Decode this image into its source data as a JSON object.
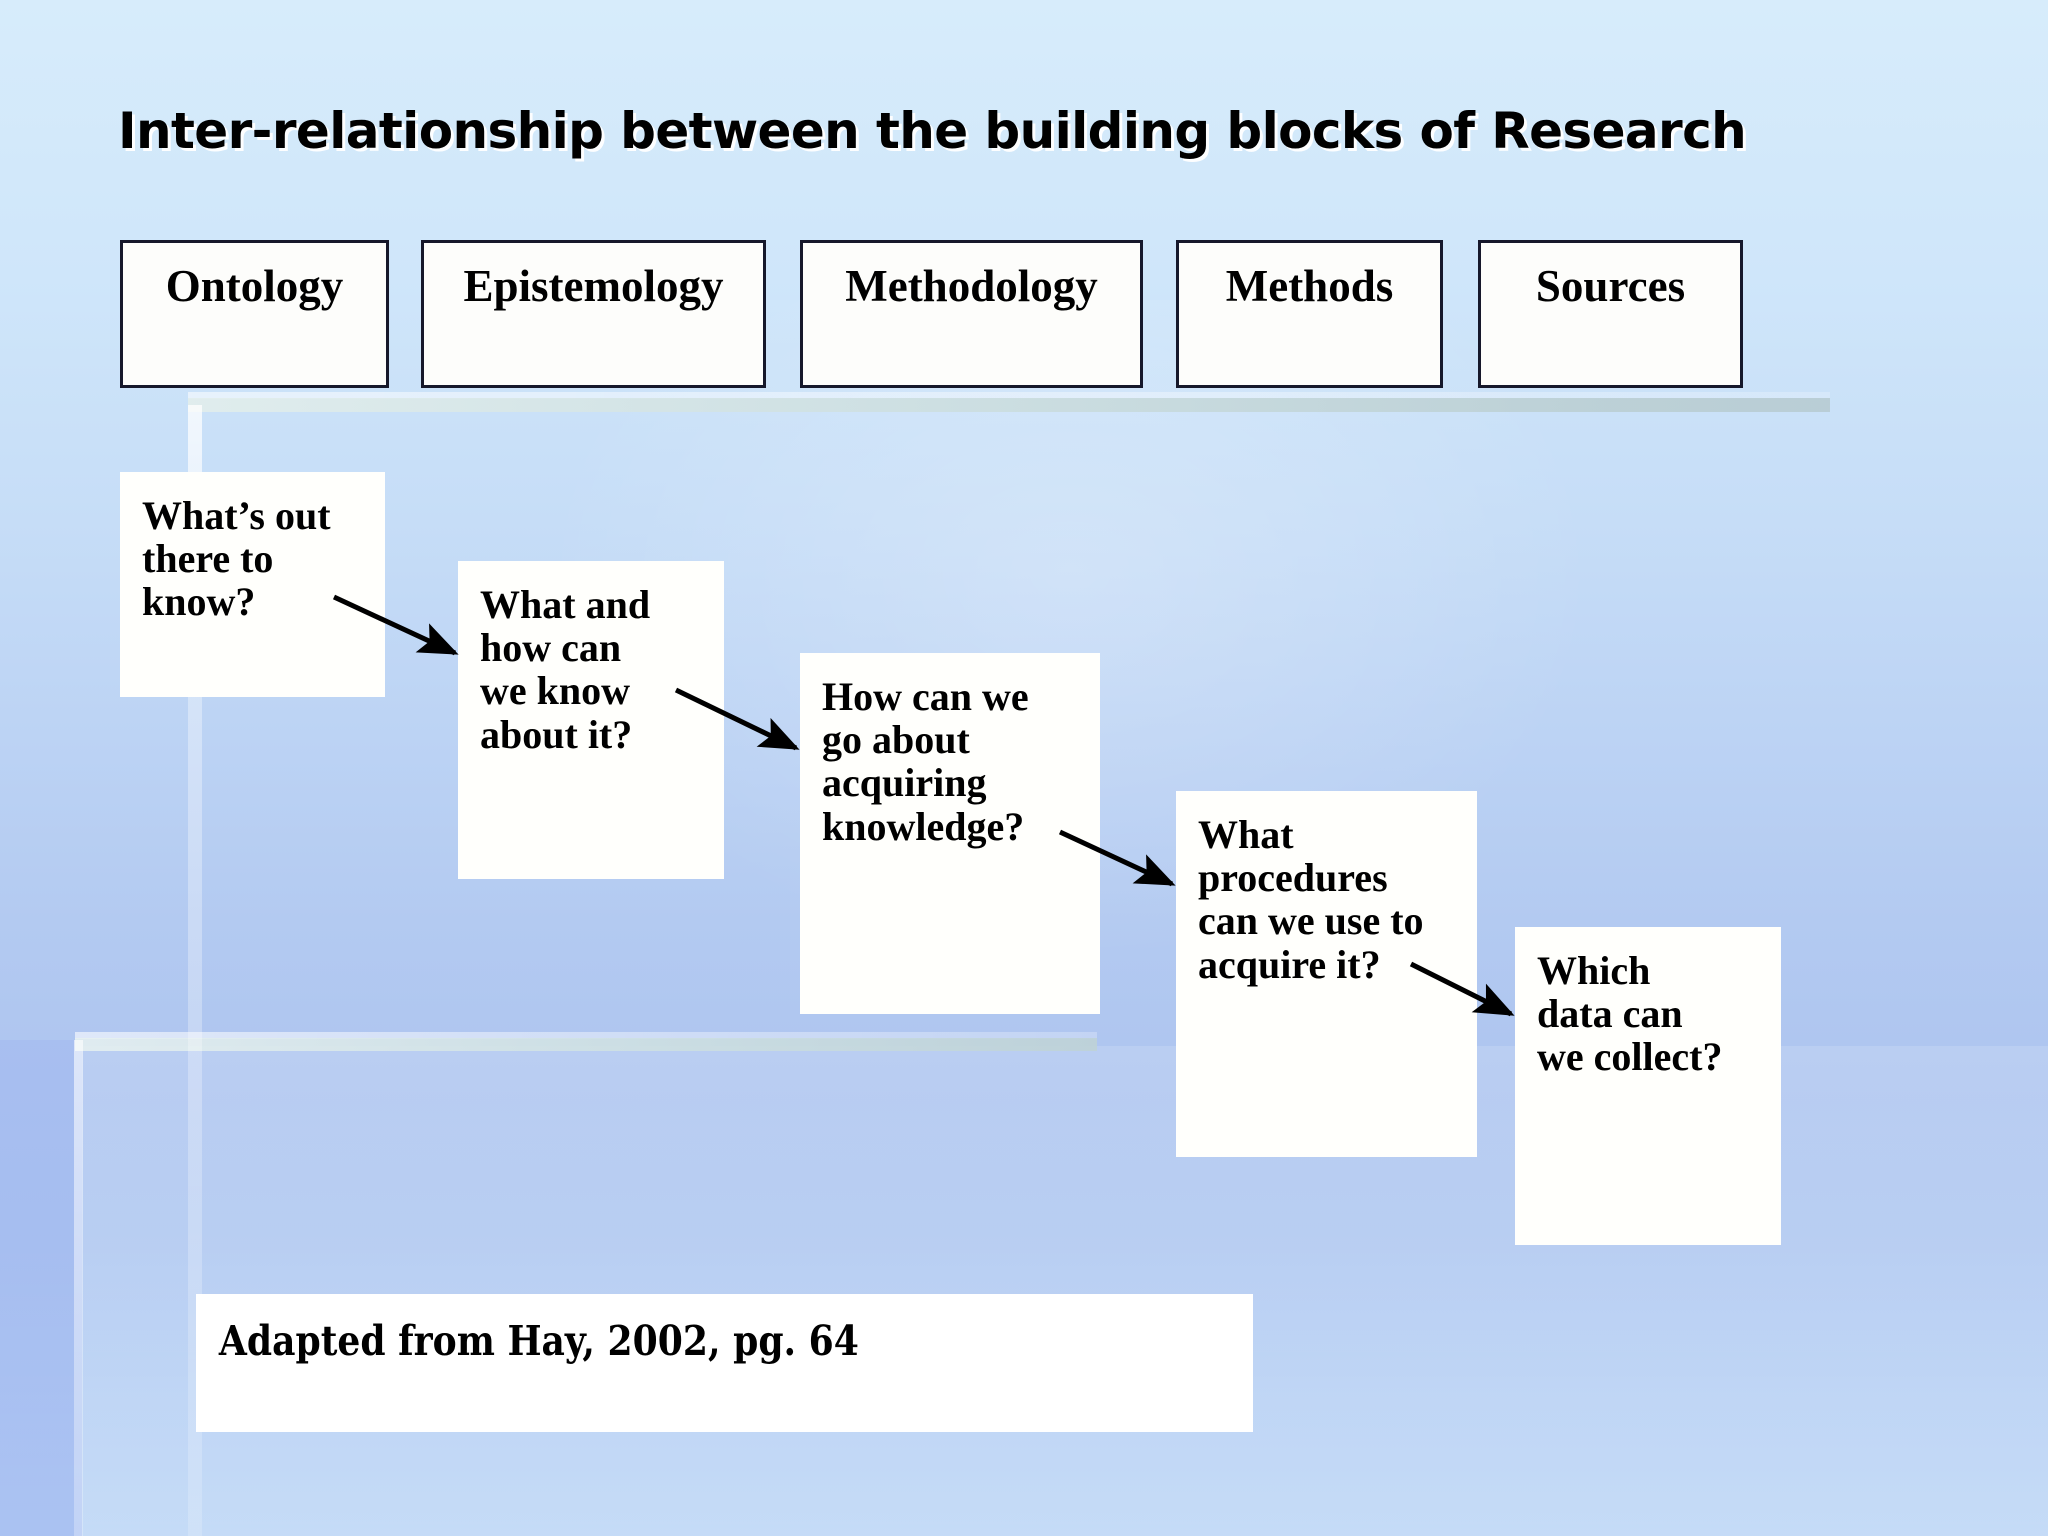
{
  "slide": {
    "title": "Inter-relationship between the building blocks of Research",
    "background_color_top": "#d7ecfb",
    "background_color_bottom": "#b3caf1",
    "accent_band_color": "#cddfe1"
  },
  "header_boxes": [
    {
      "label": "Ontology"
    },
    {
      "label": "Epistemology"
    },
    {
      "label": "Methodology"
    },
    {
      "label": "Methods"
    },
    {
      "label": "Sources"
    }
  ],
  "flow_boxes": [
    {
      "text": "What’s out\nthere to\nknow?"
    },
    {
      "text": "What and\nhow can\nwe know\nabout it?"
    },
    {
      "text": "How can we\ngo about\nacquiring\nknowledge?"
    },
    {
      "text": "What\nprocedures\ncan we use to\nacquire it?"
    },
    {
      "text": "Which\ndata can\nwe collect?"
    }
  ],
  "arrows": [
    {
      "from": "flow-box-1",
      "to": "flow-box-2"
    },
    {
      "from": "flow-box-2",
      "to": "flow-box-3"
    },
    {
      "from": "flow-box-3",
      "to": "flow-box-4"
    },
    {
      "from": "flow-box-4",
      "to": "flow-box-5"
    }
  ],
  "caption": {
    "text": "Adapted from Hay, 2002, pg. 64"
  }
}
